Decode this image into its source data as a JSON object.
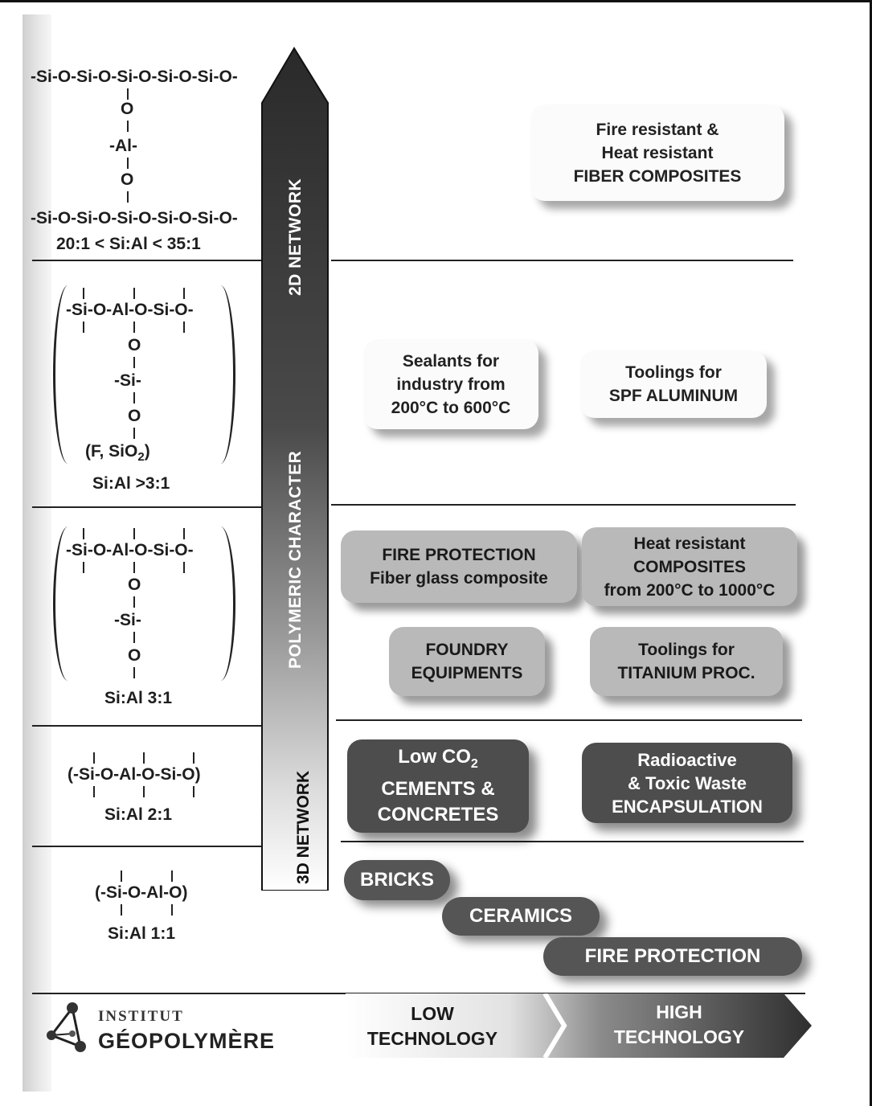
{
  "left_formulas": {
    "f1": {
      "top_chain": "-Si-O-Si-O-Si-O-Si-O-Si-O-",
      "o1": "O",
      "al": "-Al-",
      "o2": "O",
      "bottom_chain": "-Si-O-Si-O-Si-O-Si-O-Si-O-",
      "ratio": "20:1 < Si:Al < 35:1"
    },
    "f2": {
      "chain": "-Si-O-Al-O-Si-O-",
      "o1": "O",
      "si": "-Si-",
      "o2": "O",
      "fill": "(F, SiO",
      "sub": "2",
      "fill_end": ")",
      "ratio": "Si:Al  >3:1"
    },
    "f3": {
      "chain": "-Si-O-Al-O-Si-O-",
      "o1": "O",
      "si": "-Si-",
      "o2": "O",
      "ratio": "Si:Al  3:1"
    },
    "f4": {
      "chain": "(-Si-O-Al-O-Si-O)",
      "ratio": "Si:Al  2:1"
    },
    "f5": {
      "chain": "(-Si-O-Al-O)",
      "ratio": "Si:Al  1:1"
    }
  },
  "arrow": {
    "label_2d": "2D NETWORK",
    "label_polymeric": "POLYMERIC CHARACTER",
    "label_3d": "3D NETWORK"
  },
  "applications": {
    "fiber_composites": [
      "Fire resistant &",
      "Heat resistant",
      "FIBER COMPOSITES"
    ],
    "sealants": [
      "Sealants for",
      "industry from",
      "200°C to 600°C"
    ],
    "toolings_spf": [
      "Toolings for",
      "SPF ALUMINUM"
    ],
    "fire_protection_glass": [
      "FIRE PROTECTION",
      "Fiber glass composite"
    ],
    "heat_composites": [
      "Heat resistant",
      "COMPOSITES",
      "from 200°C to 1000°C"
    ],
    "foundry": [
      "FOUNDRY",
      "EQUIPMENTS"
    ],
    "toolings_titanium": [
      "Toolings for",
      "TITANIUM PROC."
    ],
    "cements": {
      "line1": "Low CO",
      "line1_sub": "2",
      "line2": "CEMENTS &",
      "line3": "CONCRETES"
    },
    "waste": [
      "Radioactive",
      "& Toxic Waste",
      "ENCAPSULATION"
    ],
    "bricks": "BRICKS",
    "ceramics": "CERAMICS",
    "fire_protection": "FIRE PROTECTION"
  },
  "footer": {
    "logo_line1": "INSTITUT",
    "logo_line2": "GÉOPOLYMÈRE",
    "low_tech": [
      "LOW",
      "TECHNOLOGY"
    ],
    "high_tech": [
      "HIGH",
      "TECHNOLOGY"
    ]
  }
}
